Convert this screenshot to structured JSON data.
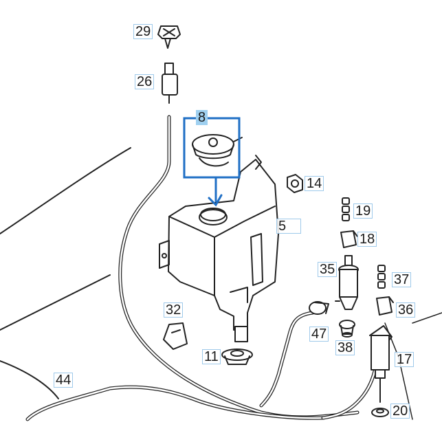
{
  "parts": [
    {
      "id": "29",
      "name": "part-29-label"
    },
    {
      "id": "26",
      "name": "part-26-label"
    },
    {
      "id": "8",
      "name": "part-8-label"
    },
    {
      "id": "14",
      "name": "part-14-label"
    },
    {
      "id": "5",
      "name": "part-5-label"
    },
    {
      "id": "19",
      "name": "part-19-label"
    },
    {
      "id": "18",
      "name": "part-18-label"
    },
    {
      "id": "35",
      "name": "part-35-label"
    },
    {
      "id": "37",
      "name": "part-37-label"
    },
    {
      "id": "36",
      "name": "part-36-label"
    },
    {
      "id": "32",
      "name": "part-32-label"
    },
    {
      "id": "47",
      "name": "part-47-label"
    },
    {
      "id": "38",
      "name": "part-38-label"
    },
    {
      "id": "11",
      "name": "part-11-label"
    },
    {
      "id": "17",
      "name": "part-17-label"
    },
    {
      "id": "44",
      "name": "part-44-label"
    },
    {
      "id": "20",
      "name": "part-20-label"
    }
  ],
  "highlight": {
    "part": "8",
    "color": "#1f6fc5"
  }
}
